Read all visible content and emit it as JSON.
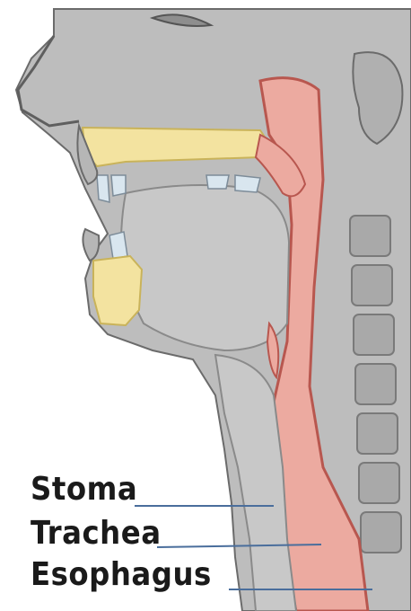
{
  "labels": {
    "stoma": "Stoma",
    "trachea": "Trachea",
    "esophagus": "Esophagus"
  },
  "colors": {
    "skin": "#bdbdbd",
    "skin_shadow": "#9e9e9e",
    "airway": "#c8c8c8",
    "tissue": "#ecaaa0",
    "tissue_outline": "#b8574f",
    "bone": "#f3e3a0",
    "bone_outline": "#c9b35a",
    "leader_line": "#4a6e9c",
    "text": "#1a1a1a"
  }
}
